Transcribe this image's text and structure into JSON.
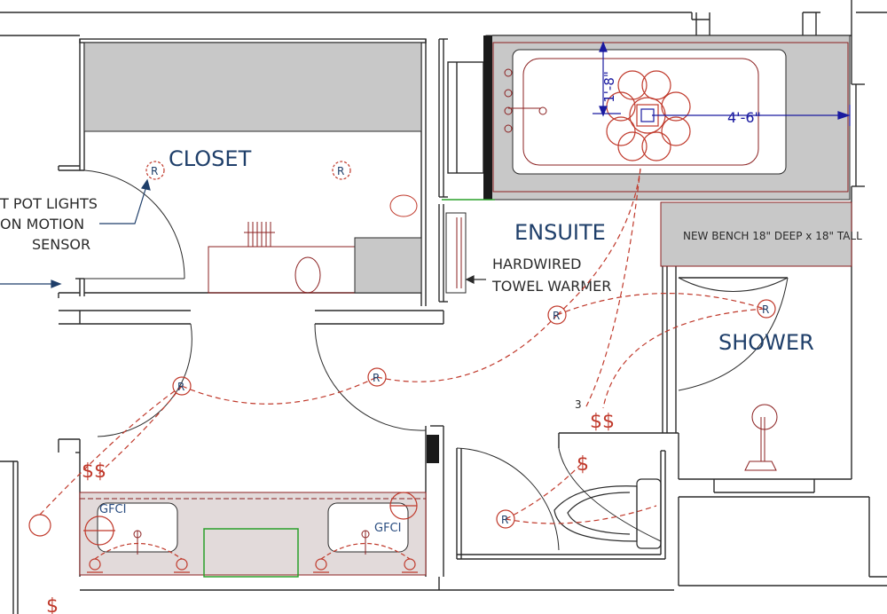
{
  "rooms": {
    "closet": "CLOSET",
    "ensuite": "ENSUITE",
    "shower": "SHOWER"
  },
  "notes": {
    "pot_lights_line1": "T POT LIGHTS",
    "pot_lights_line2": "ON MOTION",
    "pot_lights_line3": "SENSOR",
    "towel_line1": "HARDWIRED",
    "towel_line2": "TOWEL WARMER",
    "bench": "NEW BENCH 18\" DEEP x 18\" TALL"
  },
  "dimensions": {
    "tub_vertical": "1'-8\"",
    "tub_horizontal": "4'-6\""
  },
  "electrical": {
    "gfci_label": "GFCI",
    "switch_single": "$",
    "switch_double": "$$",
    "three_way": "3",
    "light_symbol": "R"
  },
  "colors": {
    "wall": "#2a2a2a",
    "electrical": "#c0392b",
    "label": "#1f3f6a",
    "fill_gray": "#c8c8c8",
    "dimension": "#1a1aa0"
  }
}
